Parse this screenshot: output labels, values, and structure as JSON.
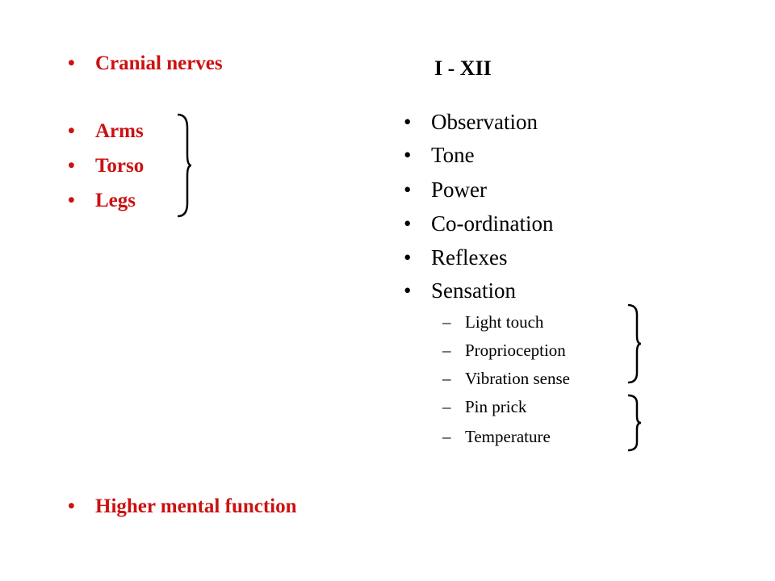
{
  "left": {
    "cranial": "Cranial nerves",
    "limbs": [
      "Arms",
      "Torso",
      "Legs"
    ],
    "higher": "Higher mental function",
    "bullet": "•"
  },
  "right": {
    "range": "I - XII",
    "exam": [
      "Observation",
      "Tone",
      "Power",
      "Co-ordination",
      "Reflexes",
      "Sensation"
    ],
    "sensation_sub": [
      "Light touch",
      "Proprioception",
      "Vibration sense",
      "Pin prick",
      "Temperature"
    ],
    "bullet": "•",
    "dash": "–"
  },
  "colors": {
    "heading_red": "#cc1111",
    "text": "#000000",
    "background": "#ffffff"
  }
}
